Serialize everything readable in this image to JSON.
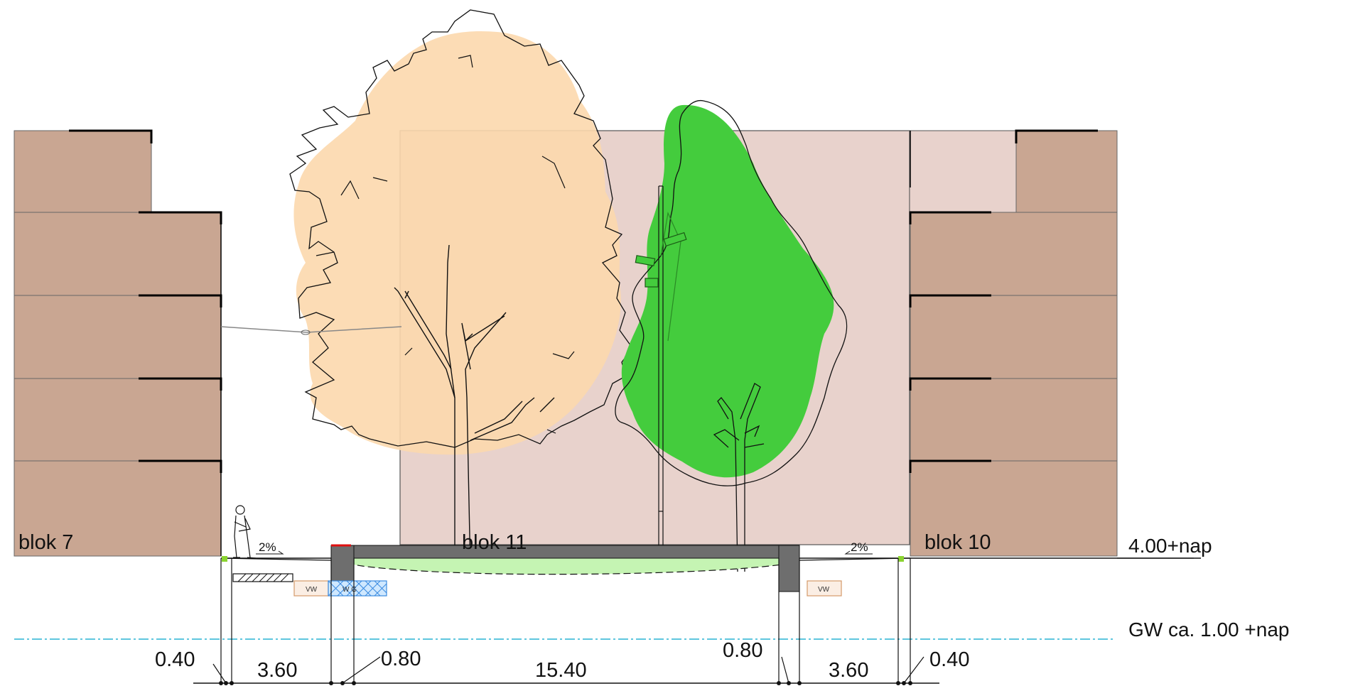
{
  "blocks": {
    "left": "blok 7",
    "middle": "blok 11",
    "right": "blok 10"
  },
  "levels": {
    "ground": "4.00+nap",
    "groundwater": "GW ca. 1.00 +nap"
  },
  "slopes": {
    "left": "2%",
    "right": "2%"
  },
  "dimensions": {
    "left_edge": "0.40",
    "left_sidewalk": "3.60",
    "left_wall": "0.80",
    "center": "15.40",
    "right_wall": "0.80",
    "right_sidewalk": "3.60",
    "right_edge": "0.40"
  },
  "cable_tags": {
    "left_1": "VW",
    "left_2": "W G",
    "right_1": "VW"
  },
  "colors": {
    "building": "#c9a692",
    "building_back": "#e8d2cc",
    "tree_crown_large": "#fcd8ad",
    "tree_crown_small": "#44cc3d",
    "garden_soil": "#c5f4b3",
    "wall": "#6e6e6e",
    "groundwater_line": "#2ab3d4",
    "red_mark": "#e01010"
  }
}
